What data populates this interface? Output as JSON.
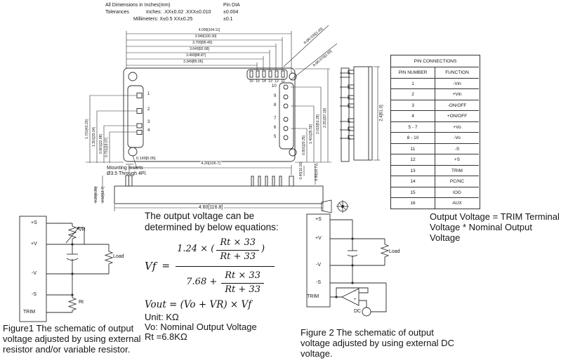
{
  "header": {
    "all_dims": "All Dimensions in Inches(mm)",
    "pin_dia": "Pin DIA",
    "tolerances": "Tolerances",
    "inches_tol": "Inches: .XX±0.02    .XXX±0.010",
    "pin_dia_inch_tol": "±0.004",
    "mm_tol": "Millimeters: X±0.5      XX±0.25",
    "pin_dia_mm_tol": "±0.1"
  },
  "top_view": {
    "dims_top": [
      "4.099[104.11]",
      "3.949[100.30]",
      "3.799[96.49]",
      "3.649[92.68]",
      "3.499[88.87]",
      "3.349[85.06]"
    ],
    "dims_left": [
      "1.701[43.20]",
      "1.301[33.04]",
      "0.901[22.88]",
      "0.751[19.07]"
    ],
    "dims_right": [
      "0.801[20.35]",
      "1.401[35.59]",
      "2.019[51.28]",
      "2.251[57.18]"
    ],
    "pin_dia_small": "8-Ø0.039[1.00]",
    "pin_dia_large": "8-Ø0.079[2.00]",
    "left_pins": [
      "1",
      "2",
      "3",
      "4"
    ],
    "right_pins": [
      "10",
      "9",
      "8",
      "7",
      "6",
      "5"
    ],
    "top_pins": [
      "16",
      "15",
      "14",
      "13",
      "12",
      "11"
    ]
  },
  "side_view": {
    "width_dim": "2.4[61.0]"
  },
  "bottom_view": {
    "dim_offset": "0.199[5.05]",
    "dim_pins": "4.20[106.7]",
    "dim_total": "4.60[116.8]",
    "dim_left_inner": "0.25[6.35]",
    "dim_left_outer": "0.50[12.7]",
    "dim_right_inner": "0.40[10.16]",
    "dim_right_outer": "0.50[12.72]",
    "mounting_note": "Mounting Inserts\nØ3.5 Through 4Pl."
  },
  "pin_table": {
    "title": "PIN CONNECTIONS",
    "col_pin": "PIN NUMBER",
    "col_func": "FUNCTION",
    "rows": [
      {
        "pin": "1",
        "func": "-Vin"
      },
      {
        "pin": "2",
        "func": "+Vin"
      },
      {
        "pin": "3",
        "func": "-ON/OFF"
      },
      {
        "pin": "4",
        "func": "+ON/OFF"
      },
      {
        "pin": "5 - 7",
        "func": "+Vo"
      },
      {
        "pin": "8 - 10",
        "func": "-Vo"
      },
      {
        "pin": "11",
        "func": "-S"
      },
      {
        "pin": "12",
        "func": "+S"
      },
      {
        "pin": "13",
        "func": "TRIM"
      },
      {
        "pin": "14",
        "func": "PC/NC"
      },
      {
        "pin": "15",
        "func": "IOG"
      },
      {
        "pin": "16",
        "func": "AUX"
      }
    ]
  },
  "equations": {
    "heading": "The output voltage can be\ndetermined by below equations:",
    "vf": "Vf",
    "equals": "=",
    "num_coeff": "1.24 × (",
    "num_close": ")",
    "den_coeff": "7.68 +",
    "frac_top": "Rt × 33",
    "frac_bot": "Rt + 33",
    "vout": "Vout = (Vo + VR) × Vf",
    "unit": "Unit: KΩ",
    "vo_note": "Vo: Nominal Output Voltage",
    "rt_note": "Rt =6.8KΩ"
  },
  "figure1": {
    "plus_s": "+S",
    "plus_v": "+V",
    "minus_v": "-V",
    "minus_s": "-S",
    "trim": "TRIM",
    "vr": "VR",
    "load": "Load",
    "rt": "Rt",
    "caption": "Figure1 The schematic of output\nvoltage adjusted by using external\nresistor and/or variable resistor."
  },
  "figure2": {
    "plus_s": "+S",
    "plus_v": "+V",
    "minus_v": "-V",
    "minus_s": "-S",
    "trim": "TRIM",
    "load": "Load",
    "dc": "DC",
    "opamp_minus": "-",
    "opamp_plus": "+",
    "caption": "Figure 2 The schematic of output\nvoltage adjusted by using external DC\nvoltage."
  },
  "trim_note": "Output Voltage = TRIM Terminal\nVoltage * Nominal Output Voltage"
}
